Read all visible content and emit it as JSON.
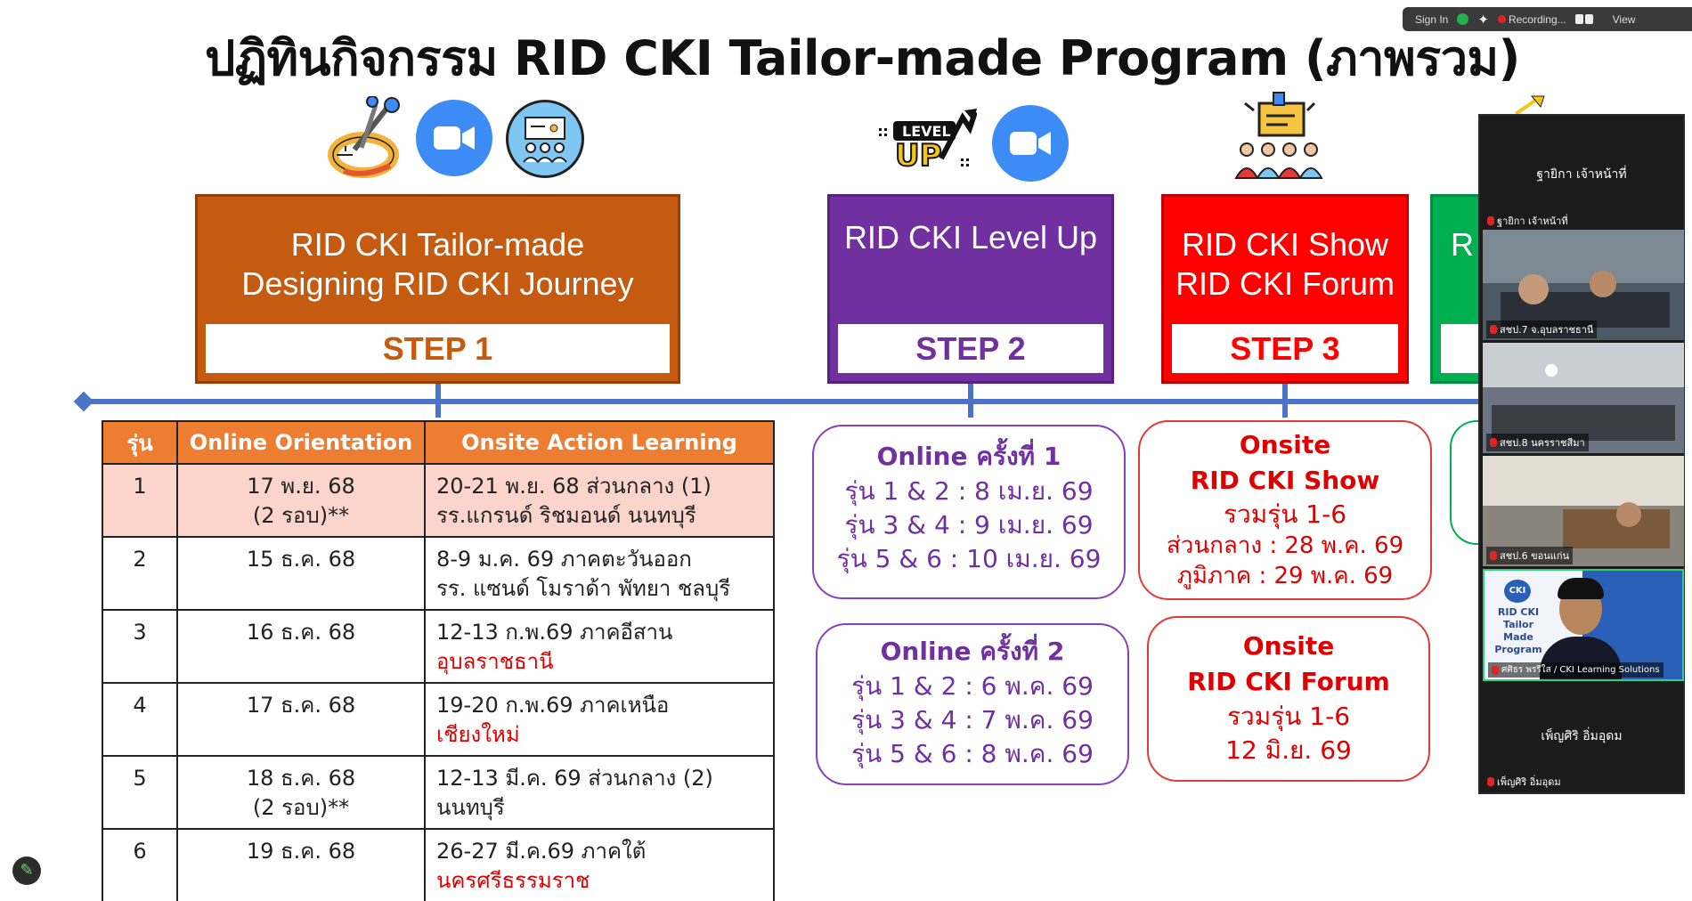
{
  "title": "ปฏิทินกิจกรรม RID CKI Tailor-made Program (ภาพรวม)",
  "zoom_bar": {
    "sign_in": "Sign In",
    "recording": "Recording...",
    "view": "View"
  },
  "steps": [
    {
      "title_line1": "RID CKI Tailor-made",
      "title_line2": "Designing RID CKI Journey",
      "step": "STEP 1",
      "color": "#c55a11"
    },
    {
      "title_line1": "RID CKI Level Up",
      "title_line2": "",
      "step": "STEP 2",
      "color": "#7030a0"
    },
    {
      "title_line1": "RID CKI Show",
      "title_line2": "RID CKI Forum",
      "step": "STEP 3",
      "color": "#ff0000"
    },
    {
      "title_line1": "R",
      "title_line2": "",
      "step": "",
      "color": "#00b050"
    }
  ],
  "icons": {
    "level_up_text1": "LEVEL",
    "level_up_text2": "UP"
  },
  "table": {
    "headers": [
      "รุ่น",
      "Online Orientation",
      "Onsite Action Learning"
    ],
    "rows": [
      {
        "gen": "1",
        "online_l1": "17 พ.ย. 68",
        "online_l2": "(2 รอบ)**",
        "onsite_l1": "20-21 พ.ย. 68 ส่วนกลาง (1)",
        "onsite_l2": "รร.แกรนด์ ริชมอนด์ นนทบุรี"
      },
      {
        "gen": "2",
        "online_l1": "15 ธ.ค. 68",
        "online_l2": "",
        "onsite_l1": "8-9 ม.ค. 69 ภาคตะวันออก",
        "onsite_l2": "รร. แซนด์ โมราด้า พัทยา ชลบุรี"
      },
      {
        "gen": "3",
        "online_l1": "16 ธ.ค. 68",
        "online_l2": "",
        "onsite_l1": "12-13 ก.พ.69 ภาคอีสาน",
        "onsite_l2": "อุบลราชธานี"
      },
      {
        "gen": "4",
        "online_l1": "17 ธ.ค. 68",
        "online_l2": "",
        "onsite_l1": "19-20 ก.พ.69 ภาคเหนือ",
        "onsite_l2": "เชียงใหม่"
      },
      {
        "gen": "5",
        "online_l1": "18 ธ.ค. 68",
        "online_l2": "(2 รอบ)**",
        "onsite_l1": "12-13 มี.ค. 69 ส่วนกลาง (2)",
        "onsite_l2": "นนทบุรี"
      },
      {
        "gen": "6",
        "online_l1": "19 ธ.ค. 68",
        "online_l2": "",
        "onsite_l1": "26-27 มี.ค.69 ภาคใต้",
        "onsite_l2": "นครศรีธรรมราช"
      }
    ]
  },
  "online_cards": [
    {
      "heading": "Online ครั้งที่ 1",
      "lines": [
        "รุ่น 1 & 2 : 8 เม.ย. 69",
        "รุ่น 3 & 4 : 9 เม.ย. 69",
        "รุ่น 5 & 6 : 10 เม.ย. 69"
      ]
    },
    {
      "heading": "Online ครั้งที่ 2",
      "lines": [
        "รุ่น 1 & 2 : 6 พ.ค. 69",
        "รุ่น 3 & 4 : 7 พ.ค. 69",
        "รุ่น 5 & 6 : 8 พ.ค. 69"
      ]
    }
  ],
  "onsite_cards": [
    {
      "heading1": "Onsite",
      "heading2": "RID CKI Show",
      "lines": [
        "รวมรุ่น 1-6",
        "ส่วนกลาง : 28 พ.ค. 69",
        "ภูมิภาค : 29 พ.ค. 69"
      ]
    },
    {
      "heading1": "Onsite",
      "heading2": "RID CKI Forum",
      "lines": [
        "รวมรุ่น 1-6",
        "12 มิ.ย. 69"
      ]
    }
  ],
  "gallery": {
    "top_name": "ฐายิกา เจ้าหน้าที่",
    "top_label": "ฐายิกา เจ้าหน้าที่",
    "tiles": [
      {
        "label": "สชป.7 จ.อุบลราชธานี"
      },
      {
        "label": "สชป.8 นครราชสีมา"
      },
      {
        "label": "สชป.6 ขอนแก่น"
      },
      {
        "label": "ศศิธร พรรึใส / CKI Learning Solutions"
      }
    ],
    "tile4_logo_text": "RID CKI Tailor Made Program",
    "tile4_logo_badge": "CKI",
    "bottom_name": "เพ็ญศิริ อิ่มอุดม",
    "bottom_label": "เพ็ญศิริ อิ่มอุดม"
  }
}
